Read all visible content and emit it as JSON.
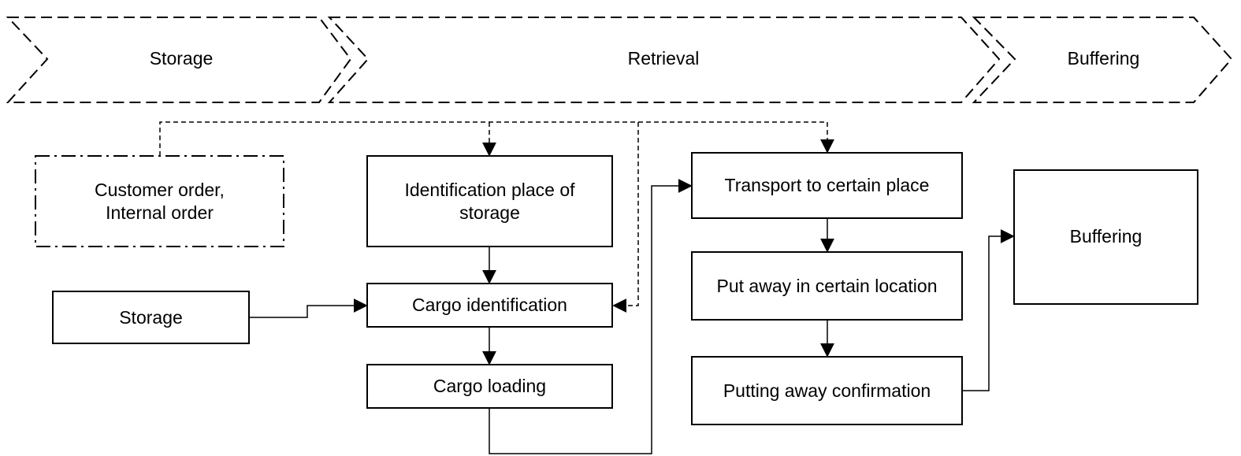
{
  "stages": [
    {
      "label": "Storage"
    },
    {
      "label": "Retrieval"
    },
    {
      "label": "Buffering"
    }
  ],
  "boxes": {
    "customer_order": "Customer order,\nInternal order",
    "storage": "Storage",
    "identification_place": "Identification place of\nstorage",
    "cargo_identification": "Cargo identification",
    "cargo_loading": "Cargo loading",
    "transport": "Transport to certain place",
    "put_away": "Put away in certain location",
    "confirmation": "Putting away confirmation",
    "buffering": "Buffering"
  },
  "colors": {
    "stroke": "#000000",
    "background": "#ffffff"
  }
}
